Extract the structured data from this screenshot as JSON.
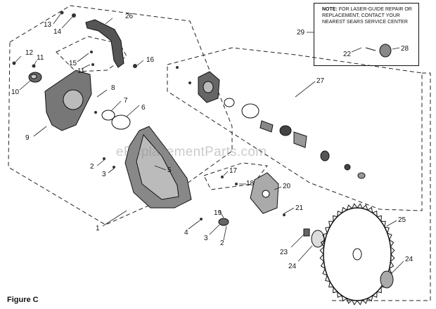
{
  "figure_label": "Figure C",
  "watermark": "eReplacementParts.com",
  "note": {
    "heading": "NOTE:",
    "text": "FOR LASER-GUIDE REPAIR OR REPLACEMENT, CONTACT YOUR NEAREST SEARS SERVICE CENTER"
  },
  "callouts": [
    {
      "id": "13a",
      "label": "13",
      "part": "screw"
    },
    {
      "id": "14",
      "label": "14",
      "part": "washer"
    },
    {
      "id": "26",
      "label": "26",
      "part": "blade-guard-link"
    },
    {
      "id": "12",
      "label": "12",
      "part": "screw"
    },
    {
      "id": "11a",
      "label": "11",
      "part": "washer"
    },
    {
      "id": "15",
      "label": "15",
      "part": "screw"
    },
    {
      "id": "11b",
      "label": "11",
      "part": "washer"
    },
    {
      "id": "16",
      "label": "16",
      "part": "bushing"
    },
    {
      "id": "10",
      "label": "10",
      "part": "roller"
    },
    {
      "id": "8",
      "label": "8",
      "part": "screw"
    },
    {
      "id": "7",
      "label": "7",
      "part": "retaining-ring"
    },
    {
      "id": "6",
      "label": "6",
      "part": "bearing-ring"
    },
    {
      "id": "9",
      "label": "9",
      "part": "lower-blade-guard-cover"
    },
    {
      "id": "5",
      "label": "5",
      "part": "lower-blade-guard"
    },
    {
      "id": "2a",
      "label": "2",
      "part": "screw"
    },
    {
      "id": "3a",
      "label": "3",
      "part": "washer"
    },
    {
      "id": "1",
      "label": "1",
      "part": "lower-guard-assembly"
    },
    {
      "id": "4",
      "label": "4",
      "part": "screw"
    },
    {
      "id": "19",
      "label": "19",
      "part": "bushing"
    },
    {
      "id": "3b",
      "label": "3",
      "part": "washer"
    },
    {
      "id": "2b",
      "label": "2",
      "part": "screw"
    },
    {
      "id": "17",
      "label": "17",
      "part": "screw"
    },
    {
      "id": "18",
      "label": "18",
      "part": "bracket"
    },
    {
      "id": "20",
      "label": "20",
      "part": "blade-wrench-plate"
    },
    {
      "id": "21",
      "label": "21",
      "part": "screw"
    },
    {
      "id": "27",
      "label": "27",
      "part": "laser-guide-assembly"
    },
    {
      "id": "29",
      "label": "29",
      "part": "laser-guide"
    },
    {
      "id": "22",
      "label": "22",
      "part": "screw"
    },
    {
      "id": "28",
      "label": "28",
      "part": "laser-disk"
    },
    {
      "id": "25",
      "label": "25",
      "part": "saw-blade"
    },
    {
      "id": "23",
      "label": "23",
      "part": "arbor-bolt"
    },
    {
      "id": "24a",
      "label": "24",
      "part": "blade-washer"
    },
    {
      "id": "24b",
      "label": "24",
      "part": "blade-washer"
    }
  ]
}
